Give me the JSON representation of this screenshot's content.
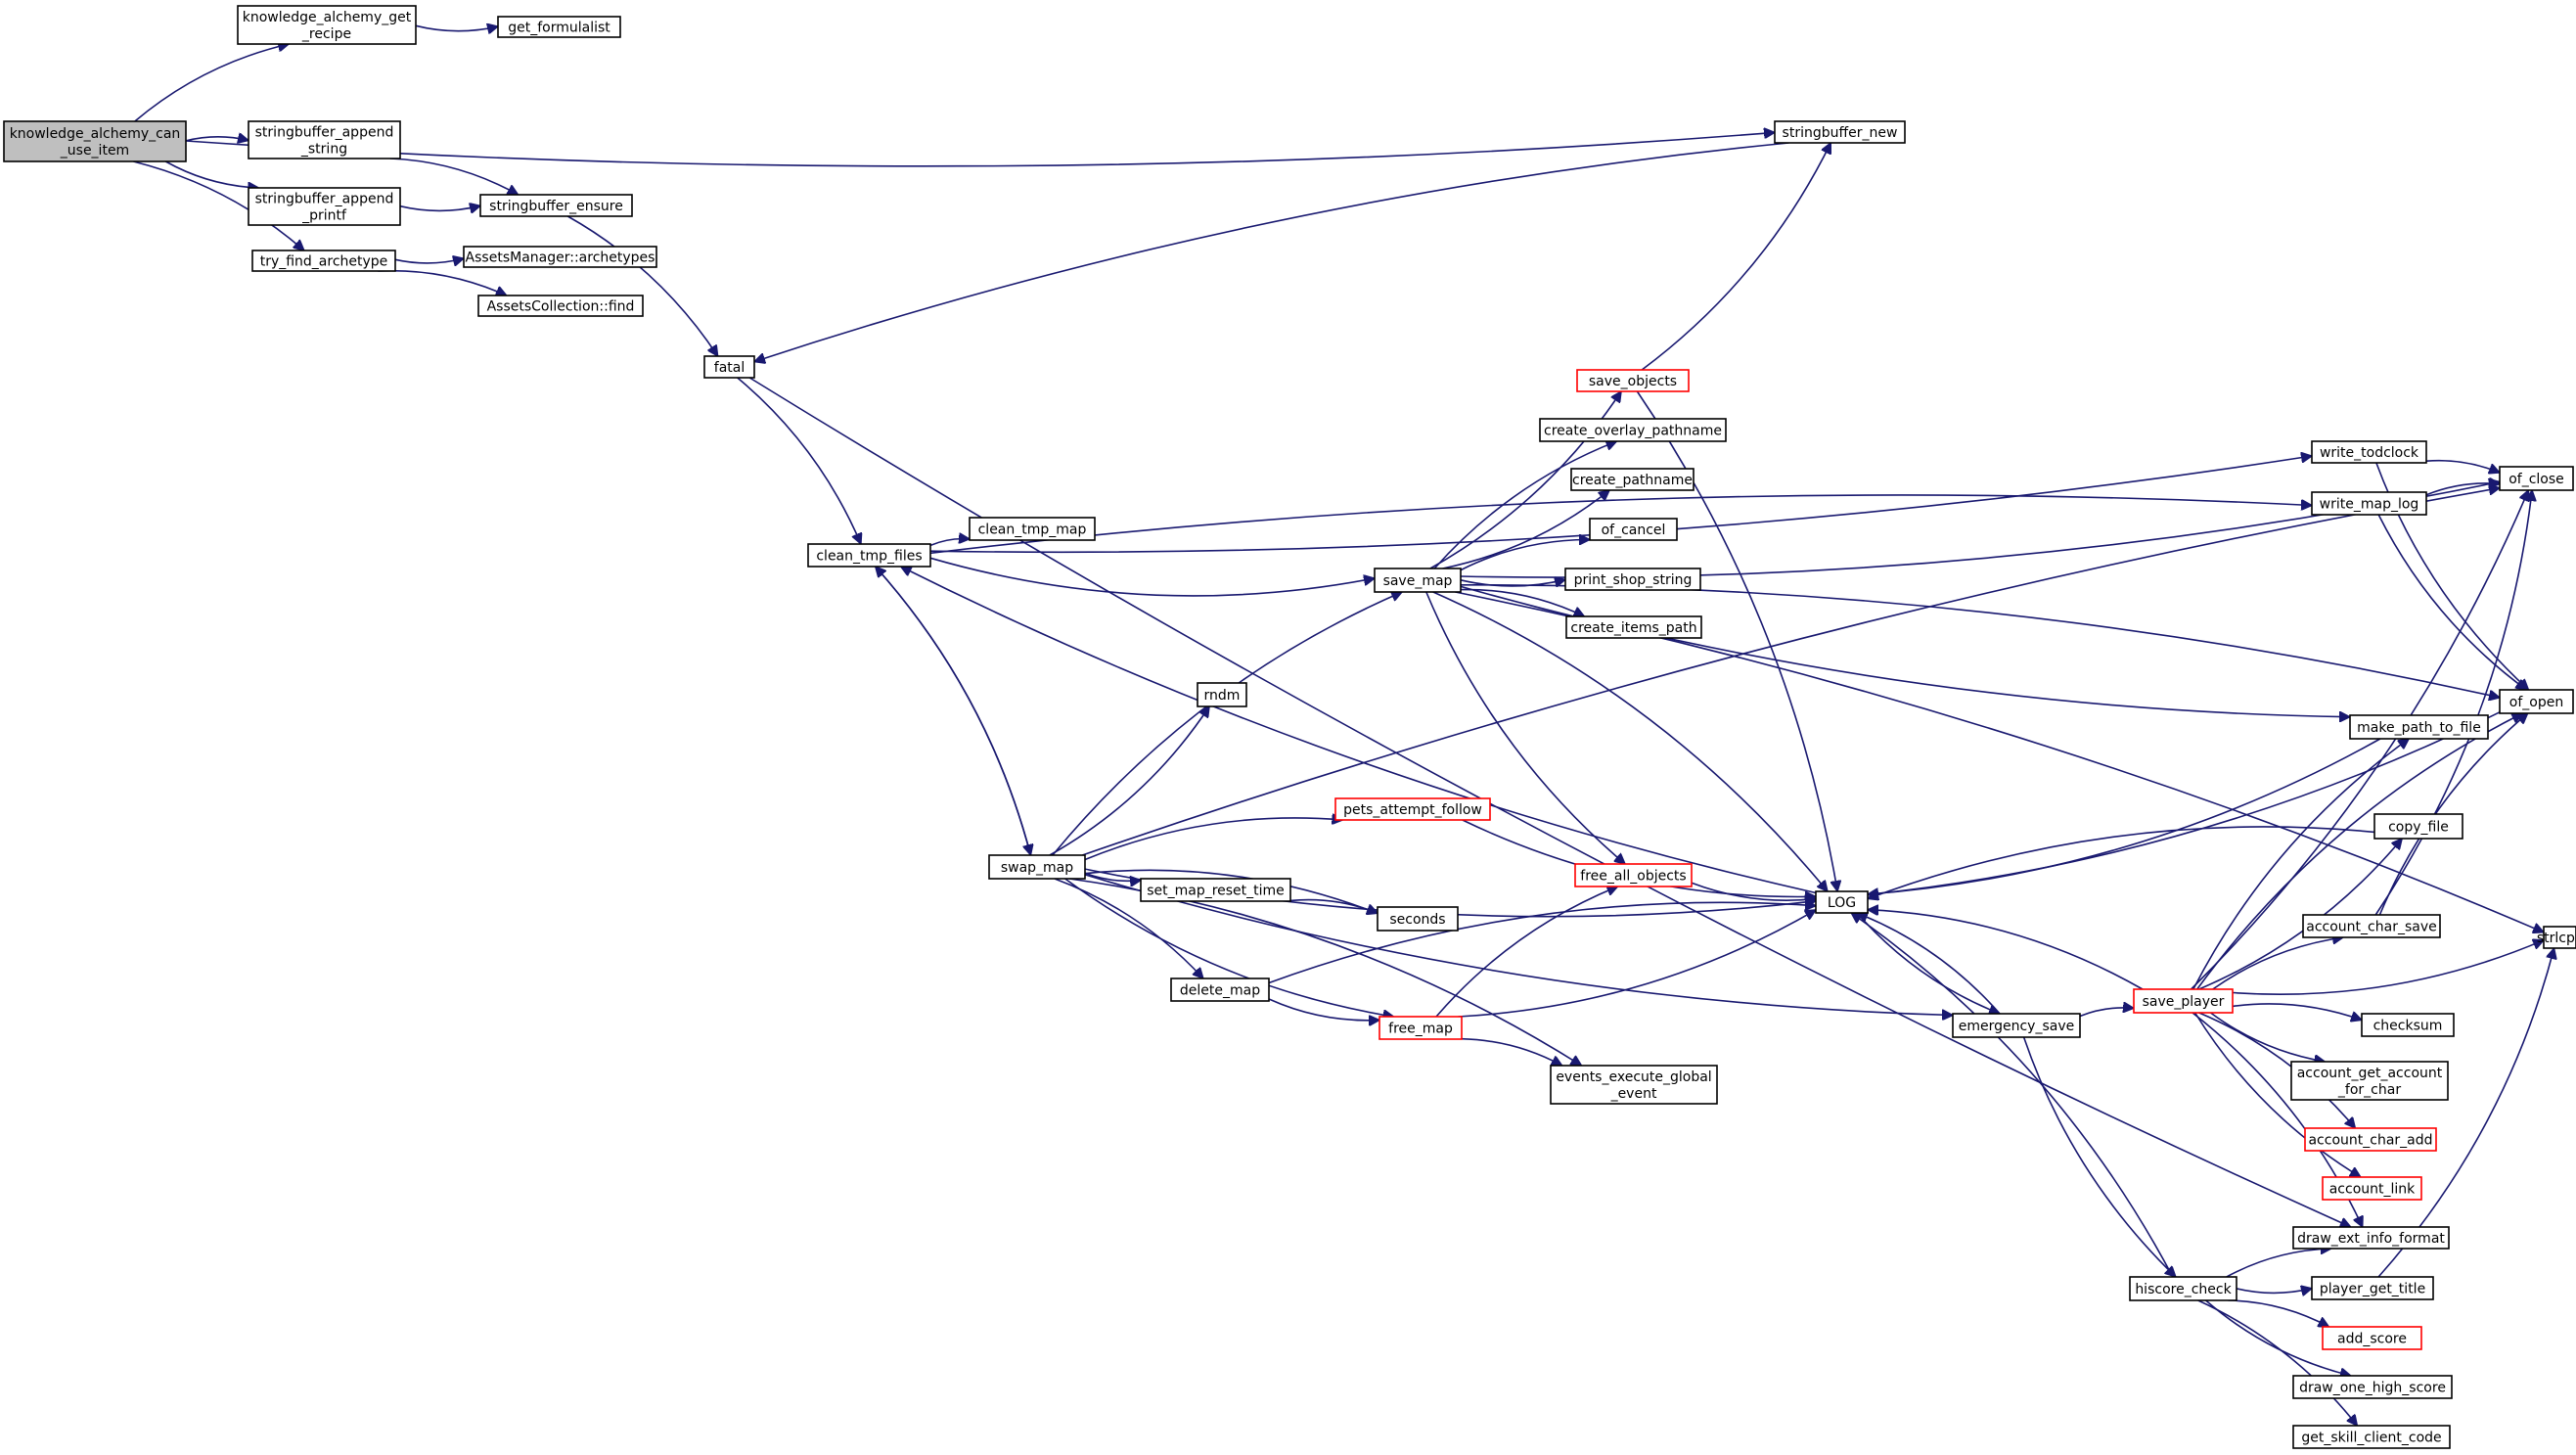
{
  "colors": {
    "edge": "#191970",
    "box_border": "#000000",
    "box_border_red": "#ff0000",
    "root_fill": "#bfbfbf"
  },
  "nodes": {
    "knowledge_alchemy_can_use_item": {
      "lines": [
        "knowledge_alchemy_can",
        "_use_item"
      ],
      "style": "root"
    },
    "knowledge_alchemy_get_recipe": {
      "lines": [
        "knowledge_alchemy_get",
        "_recipe"
      ],
      "style": "normal"
    },
    "get_formulalist": {
      "lines": [
        "get_formulalist"
      ],
      "style": "normal"
    },
    "stringbuffer_append_string": {
      "lines": [
        "stringbuffer_append",
        "_string"
      ],
      "style": "normal"
    },
    "stringbuffer_append_printf": {
      "lines": [
        "stringbuffer_append",
        "_printf"
      ],
      "style": "normal"
    },
    "stringbuffer_ensure": {
      "lines": [
        "stringbuffer_ensure"
      ],
      "style": "normal"
    },
    "try_find_archetype": {
      "lines": [
        "try_find_archetype"
      ],
      "style": "normal"
    },
    "assetsmanager_archetypes": {
      "lines": [
        "AssetsManager::archetypes"
      ],
      "style": "normal"
    },
    "assetscollection_find": {
      "lines": [
        "AssetsCollection::find"
      ],
      "style": "normal"
    },
    "stringbuffer_new": {
      "lines": [
        "stringbuffer_new"
      ],
      "style": "normal"
    },
    "fatal": {
      "lines": [
        "fatal"
      ],
      "style": "normal"
    },
    "clean_tmp_files": {
      "lines": [
        "clean_tmp_files"
      ],
      "style": "normal"
    },
    "clean_tmp_map": {
      "lines": [
        "clean_tmp_map"
      ],
      "style": "normal"
    },
    "save_map": {
      "lines": [
        "save_map"
      ],
      "style": "normal"
    },
    "save_objects": {
      "lines": [
        "save_objects"
      ],
      "style": "red"
    },
    "create_overlay_pathname": {
      "lines": [
        "create_overlay_pathname"
      ],
      "style": "normal"
    },
    "create_pathname": {
      "lines": [
        "create_pathname"
      ],
      "style": "normal"
    },
    "of_cancel": {
      "lines": [
        "of_cancel"
      ],
      "style": "normal"
    },
    "print_shop_string": {
      "lines": [
        "print_shop_string"
      ],
      "style": "normal"
    },
    "create_items_path": {
      "lines": [
        "create_items_path"
      ],
      "style": "normal"
    },
    "rndm": {
      "lines": [
        "rndm"
      ],
      "style": "normal"
    },
    "pets_attempt_follow": {
      "lines": [
        "pets_attempt_follow"
      ],
      "style": "red"
    },
    "swap_map": {
      "lines": [
        "swap_map"
      ],
      "style": "normal"
    },
    "set_map_reset_time": {
      "lines": [
        "set_map_reset_time"
      ],
      "style": "normal"
    },
    "seconds": {
      "lines": [
        "seconds"
      ],
      "style": "normal"
    },
    "free_all_objects": {
      "lines": [
        "free_all_objects"
      ],
      "style": "red"
    },
    "delete_map": {
      "lines": [
        "delete_map"
      ],
      "style": "normal"
    },
    "free_map": {
      "lines": [
        "free_map"
      ],
      "style": "red"
    },
    "events_execute_global_event": {
      "lines": [
        "events_execute_global",
        "_event"
      ],
      "style": "normal"
    },
    "log": {
      "lines": [
        "LOG"
      ],
      "style": "normal"
    },
    "emergency_save": {
      "lines": [
        "emergency_save"
      ],
      "style": "normal"
    },
    "write_todclock": {
      "lines": [
        "write_todclock"
      ],
      "style": "normal"
    },
    "write_map_log": {
      "lines": [
        "write_map_log"
      ],
      "style": "normal"
    },
    "of_close": {
      "lines": [
        "of_close"
      ],
      "style": "normal"
    },
    "of_open": {
      "lines": [
        "of_open"
      ],
      "style": "normal"
    },
    "make_path_to_file": {
      "lines": [
        "make_path_to_file"
      ],
      "style": "normal"
    },
    "copy_file": {
      "lines": [
        "copy_file"
      ],
      "style": "normal"
    },
    "account_char_save": {
      "lines": [
        "account_char_save"
      ],
      "style": "normal"
    },
    "strlcpy": {
      "lines": [
        "strlcpy"
      ],
      "style": "normal"
    },
    "save_player": {
      "lines": [
        "save_player"
      ],
      "style": "red"
    },
    "checksum": {
      "lines": [
        "checksum"
      ],
      "style": "normal"
    },
    "account_get_account_for_char": {
      "lines": [
        "account_get_account",
        "_for_char"
      ],
      "style": "normal"
    },
    "account_char_add": {
      "lines": [
        "account_char_add"
      ],
      "style": "red"
    },
    "account_link": {
      "lines": [
        "account_link"
      ],
      "style": "red"
    },
    "draw_ext_info_format": {
      "lines": [
        "draw_ext_info_format"
      ],
      "style": "normal"
    },
    "hiscore_check": {
      "lines": [
        "hiscore_check"
      ],
      "style": "normal"
    },
    "player_get_title": {
      "lines": [
        "player_get_title"
      ],
      "style": "normal"
    },
    "add_score": {
      "lines": [
        "add_score"
      ],
      "style": "red"
    },
    "draw_one_high_score": {
      "lines": [
        "draw_one_high_score"
      ],
      "style": "normal"
    },
    "get_skill_client_code": {
      "lines": [
        "get_skill_client_code"
      ],
      "style": "normal"
    }
  },
  "edges": [
    [
      "knowledge_alchemy_can_use_item",
      "knowledge_alchemy_get_recipe"
    ],
    [
      "knowledge_alchemy_can_use_item",
      "stringbuffer_new"
    ],
    [
      "knowledge_alchemy_can_use_item",
      "stringbuffer_append_string"
    ],
    [
      "knowledge_alchemy_can_use_item",
      "stringbuffer_append_printf"
    ],
    [
      "knowledge_alchemy_can_use_item",
      "try_find_archetype"
    ],
    [
      "knowledge_alchemy_get_recipe",
      "get_formulalist"
    ],
    [
      "stringbuffer_append_string",
      "stringbuffer_ensure"
    ],
    [
      "stringbuffer_append_printf",
      "stringbuffer_ensure"
    ],
    [
      "stringbuffer_ensure",
      "fatal"
    ],
    [
      "try_find_archetype",
      "assetsmanager_archetypes"
    ],
    [
      "try_find_archetype",
      "assetscollection_find"
    ],
    [
      "stringbuffer_new",
      "fatal"
    ],
    [
      "fatal",
      "clean_tmp_files"
    ],
    [
      "fatal",
      "draw_ext_info_format"
    ],
    [
      "clean_tmp_files",
      "clean_tmp_map"
    ],
    [
      "clean_tmp_files",
      "save_map"
    ],
    [
      "clean_tmp_files",
      "swap_map"
    ],
    [
      "clean_tmp_files",
      "write_todclock"
    ],
    [
      "clean_tmp_files",
      "write_map_log"
    ],
    [
      "swap_map",
      "clean_tmp_files"
    ],
    [
      "swap_map",
      "save_map"
    ],
    [
      "swap_map",
      "rndm"
    ],
    [
      "swap_map",
      "pets_attempt_follow"
    ],
    [
      "swap_map",
      "set_map_reset_time"
    ],
    [
      "swap_map",
      "seconds"
    ],
    [
      "swap_map",
      "log"
    ],
    [
      "swap_map",
      "delete_map"
    ],
    [
      "swap_map",
      "free_map"
    ],
    [
      "swap_map",
      "events_execute_global_event"
    ],
    [
      "swap_map",
      "emergency_save"
    ],
    [
      "swap_map",
      "of_close"
    ],
    [
      "save_map",
      "save_objects"
    ],
    [
      "save_map",
      "create_overlay_pathname"
    ],
    [
      "save_map",
      "create_pathname"
    ],
    [
      "save_map",
      "of_cancel"
    ],
    [
      "save_map",
      "print_shop_string"
    ],
    [
      "save_map",
      "create_items_path"
    ],
    [
      "save_map",
      "free_all_objects"
    ],
    [
      "save_map",
      "log"
    ],
    [
      "save_map",
      "of_close"
    ],
    [
      "save_map",
      "of_open"
    ],
    [
      "save_map",
      "make_path_to_file"
    ],
    [
      "save_map",
      "strlcpy"
    ],
    [
      "save_objects",
      "stringbuffer_new"
    ],
    [
      "save_objects",
      "log"
    ],
    [
      "pets_attempt_follow",
      "log"
    ],
    [
      "set_map_reset_time",
      "seconds"
    ],
    [
      "free_all_objects",
      "log"
    ],
    [
      "delete_map",
      "log"
    ],
    [
      "delete_map",
      "free_map"
    ],
    [
      "free_map",
      "free_all_objects"
    ],
    [
      "free_map",
      "log"
    ],
    [
      "free_map",
      "events_execute_global_event"
    ],
    [
      "log",
      "emergency_save"
    ],
    [
      "log",
      "clean_tmp_files"
    ],
    [
      "emergency_save",
      "log"
    ],
    [
      "emergency_save",
      "save_player"
    ],
    [
      "emergency_save",
      "hiscore_check"
    ],
    [
      "write_todclock",
      "of_close"
    ],
    [
      "write_todclock",
      "of_open"
    ],
    [
      "write_map_log",
      "of_close"
    ],
    [
      "write_map_log",
      "of_open"
    ],
    [
      "make_path_to_file",
      "log"
    ],
    [
      "copy_file",
      "log"
    ],
    [
      "of_open",
      "log"
    ],
    [
      "account_char_save",
      "of_close"
    ],
    [
      "account_char_save",
      "of_open"
    ],
    [
      "save_player",
      "log"
    ],
    [
      "save_player",
      "make_path_to_file"
    ],
    [
      "save_player",
      "copy_file"
    ],
    [
      "save_player",
      "account_char_save"
    ],
    [
      "save_player",
      "strlcpy"
    ],
    [
      "save_player",
      "checksum"
    ],
    [
      "save_player",
      "account_get_account_for_char"
    ],
    [
      "save_player",
      "account_char_add"
    ],
    [
      "save_player",
      "account_link"
    ],
    [
      "save_player",
      "draw_ext_info_format"
    ],
    [
      "save_player",
      "of_close"
    ],
    [
      "save_player",
      "of_open"
    ],
    [
      "hiscore_check",
      "log"
    ],
    [
      "hiscore_check",
      "draw_ext_info_format"
    ],
    [
      "hiscore_check",
      "player_get_title"
    ],
    [
      "hiscore_check",
      "add_score"
    ],
    [
      "hiscore_check",
      "draw_one_high_score"
    ],
    [
      "hiscore_check",
      "get_skill_client_code"
    ],
    [
      "player_get_title",
      "strlcpy"
    ]
  ]
}
